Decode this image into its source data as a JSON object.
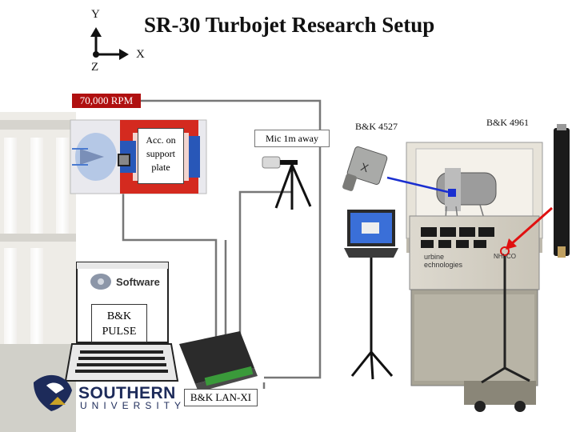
{
  "title": "SR-30 Turbojet Research Setup",
  "axes": {
    "y": "Y",
    "z": "Z",
    "x": "X"
  },
  "rpm_label": "70,000 RPM",
  "accelerometer_label_line1": "Acc. on",
  "accelerometer_label_line2": "support",
  "accelerometer_label_line3": "plate",
  "mic_label": "Mic 1m away",
  "sensor_4527": "B&K 4527",
  "sensor_4961": "B&K 4961",
  "pulse_line1": "B&K",
  "pulse_line2": "PULSE",
  "software_label": "Software",
  "lanxi_label": "B&K LAN-XI",
  "logo_main": "SOUTHERN",
  "logo_sub": "UNIVERSITY",
  "manufacturer_line1": "urbine",
  "manufacturer_line2": "echnologies",
  "manufacturer_model": "NHLCO",
  "colors": {
    "rpm_bg": "#b01010",
    "arrow_blue": "#1a2fd0",
    "arrow_red": "#e01010",
    "engine_red": "#d42a1f",
    "engine_blue": "#2857b8"
  }
}
